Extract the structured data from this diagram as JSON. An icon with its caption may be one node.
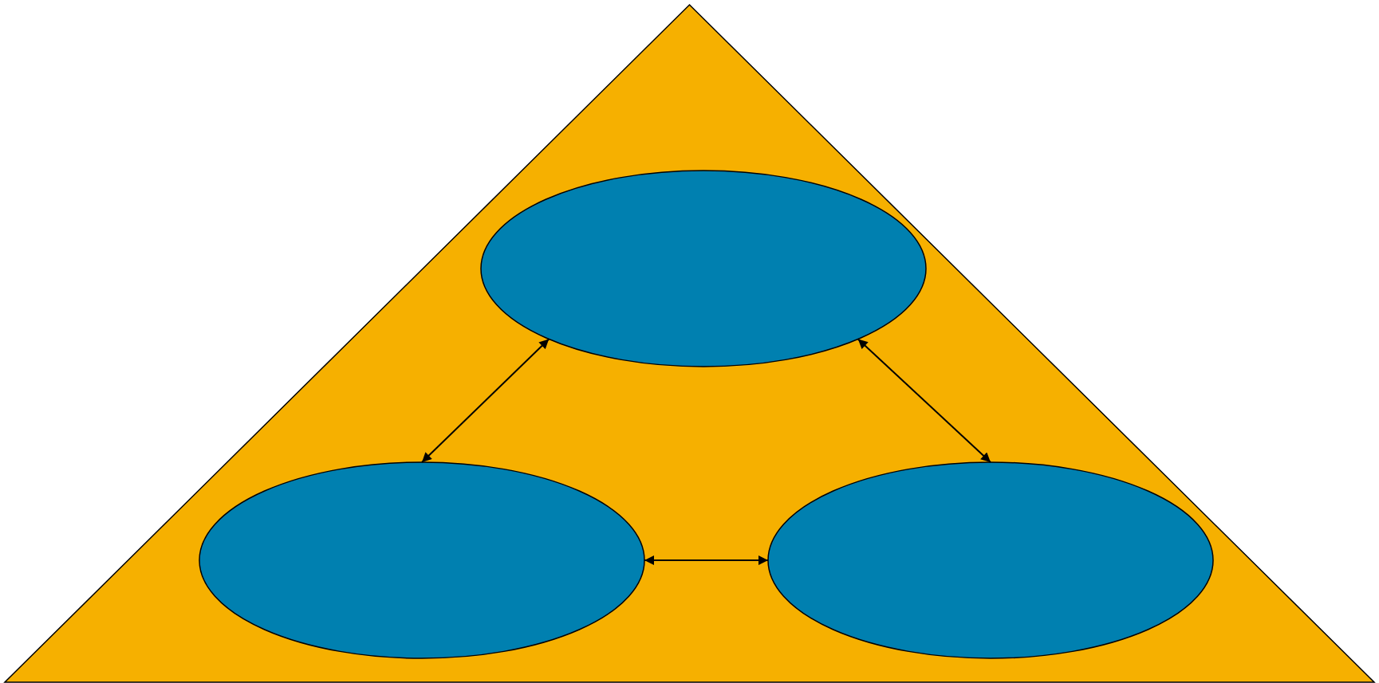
{
  "diagram": {
    "nodes": [
      {
        "text": [],
        "shape": "triangle"
      },
      {
        "text": [],
        "shape": "ellipse",
        "in": 0
      },
      {
        "text": [],
        "shape": "ellipse",
        "in": 0
      },
      {
        "text": [],
        "shape": "ellipse",
        "in": 0
      }
    ],
    "edges": [
      {
        "from": 1,
        "to": 2,
        "arrow": "both"
      },
      {
        "from": 1,
        "to": 3,
        "arrow": "both"
      },
      {
        "from": 2,
        "to": 3,
        "arrow": "both"
      }
    ]
  }
}
